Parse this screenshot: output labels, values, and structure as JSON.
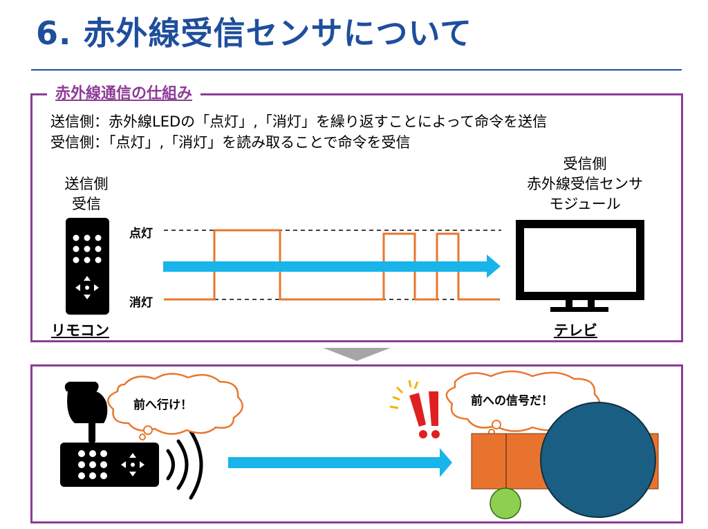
{
  "slide": {
    "title": "6. 赤外線受信センサについて"
  },
  "section1": {
    "label": "赤外線通信の仕組み",
    "line1": "送信側：赤外線LEDの「点灯」,「消灯」を繰り返すことによって命令を送信",
    "line2": "受信側：「点灯」,「消灯」を読み取ることで命令を受信",
    "sender_label_1": "送信側",
    "sender_label_2": "受信",
    "receiver_label_1": "受信側",
    "receiver_label_2": "赤外線受信センサ",
    "receiver_label_3": "モジュール",
    "on_label": "点灯",
    "off_label": "消灯",
    "remote_caption": "リモコン",
    "tv_caption": "テレビ"
  },
  "section2": {
    "bubble_left": "前へ行け！",
    "bubble_right": "前への信号だ！"
  },
  "colors": {
    "title": "#1f4e9c",
    "frame": "#8c3b96",
    "signal": "#e8772e",
    "arrow": "#18b4ea",
    "robot_body": "#e8732f",
    "robot_wheel": "#1b5e84",
    "caster": "#8dd04f",
    "alert": "#e02020"
  }
}
